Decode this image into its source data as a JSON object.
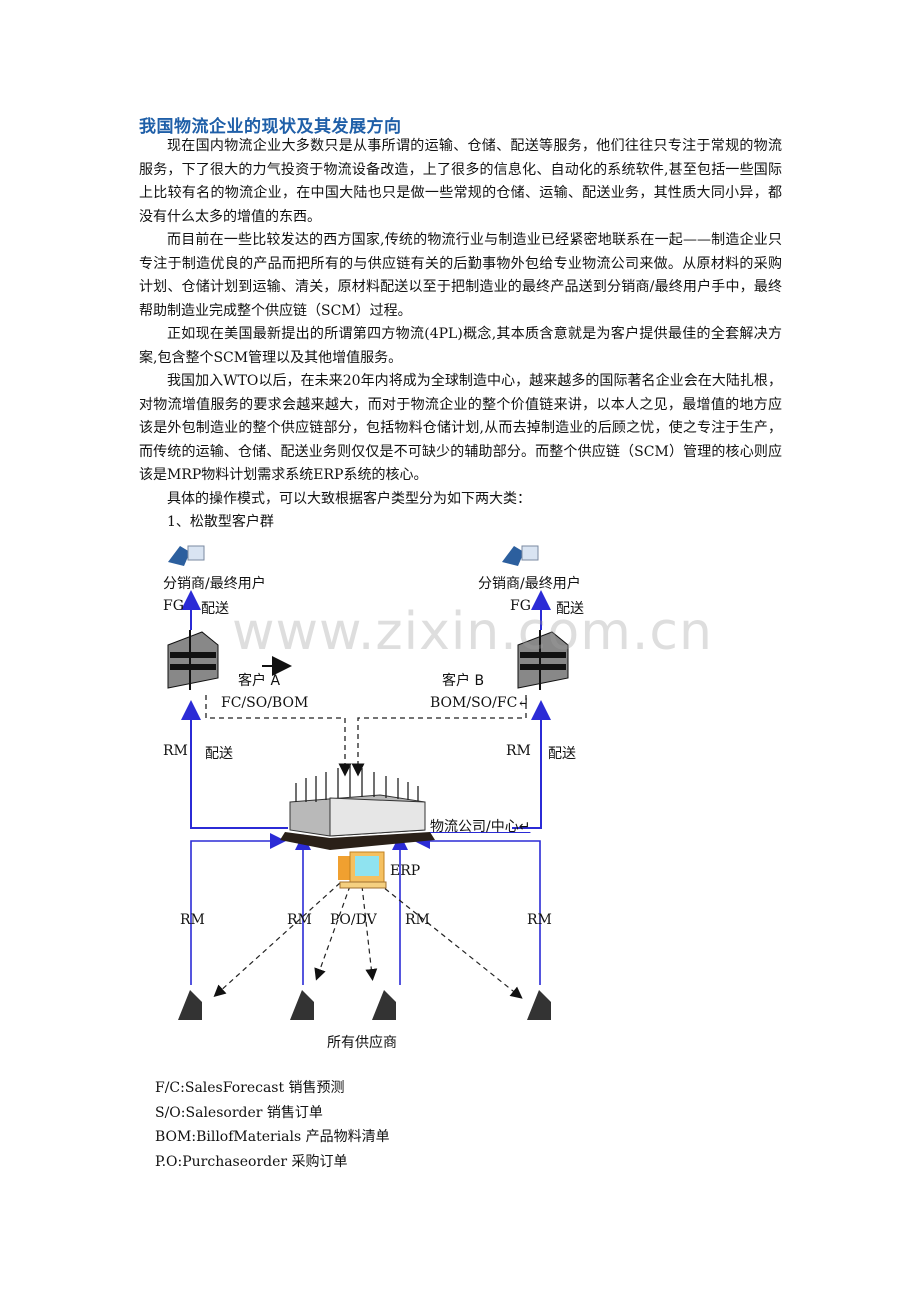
{
  "document": {
    "title": "我国物流企业的现状及其发展方向",
    "paragraphs": [
      "现在国内物流企业大多数只是从事所谓的运输、仓储、配送等服务，他们往往只专注于常规的物流服务，下了很大的力气投资于物流设备改造，上了很多的信息化、自动化的系统软件,甚至包括一些国际上比较有名的物流企业，在中国大陆也只是做一些常规的仓储、运输、配送业务，其性质大同小异，都没有什么太多的增值的东西。",
      "而目前在一些比较发达的西方国家,传统的物流行业与制造业已经紧密地联系在一起——制造企业只专注于制造优良的产品而把所有的与供应链有关的后勤事物外包给专业物流公司来做。从原材料的采购计划、仓储计划到运输、清关，原材料配送以至于把制造业的最终产品送到分销商/最终用户手中，最终帮助制造业完成整个供应链（SCM）过程。",
      "正如现在美国最新提出的所谓第四方物流(4PL)概念,其本质含意就是为客户提供最佳的全套解决方案,包含整个SCM管理以及其他增值服务。",
      "我国加入WTO以后，在未来20年内将成为全球制造中心，越来越多的国际著名企业会在大陆扎根，对物流增值服务的要求会越来越大，而对于物流企业的整个价值链来讲，以本人之见，最增值的地方应该是外包制造业的整个供应链部分，包括物料仓储计划,从而去掉制造业的后顾之忧，使之专注于生产，而传统的运输、仓储、配送业务则仅仅是不可缺少的辅助部分。而整个供应链（SCM）管理的核心则应该是MRP物料计划需求系统ERP系统的核心。",
      "具体的操作模式，可以大致根据客户类型分为如下两大类：",
      "1、松散型客户群"
    ]
  },
  "diagram": {
    "end_user_left": "分销商/最终用户",
    "end_user_right": "分销商/最终用户",
    "fg_left": "FG",
    "delivery_left_top": "配送",
    "fg_right": "FG",
    "delivery_right_top": "配送",
    "customer_a": "客户 A",
    "customer_b": "客户 B",
    "docs_a": "FC/SO/BOM",
    "docs_b": "BOM/SO/FC↵",
    "rm_left": "RM",
    "delivery_left_mid": "配送",
    "rm_right": "RM",
    "delivery_right_mid": "配送",
    "logistics_center": "物流公司/中心↵",
    "erp": "ERP",
    "rm_bottom_1": "RM",
    "rm_bottom_2": "RM",
    "po_dv": "PO/DV",
    "rm_bottom_3": "RM",
    "rm_bottom_4": "RM",
    "suppliers": "所有供应商",
    "colors": {
      "flow_line": "#2b2bd6",
      "dashed": "#222222"
    }
  },
  "watermark": "www.zixin.com.cn",
  "legend": [
    "F/C:SalesForecast 销售预测",
    "S/O:Salesorder 销售订单",
    "BOM:BillofMaterials 产品物料清单",
    "P.O:Purchaseorder 采购订单"
  ]
}
